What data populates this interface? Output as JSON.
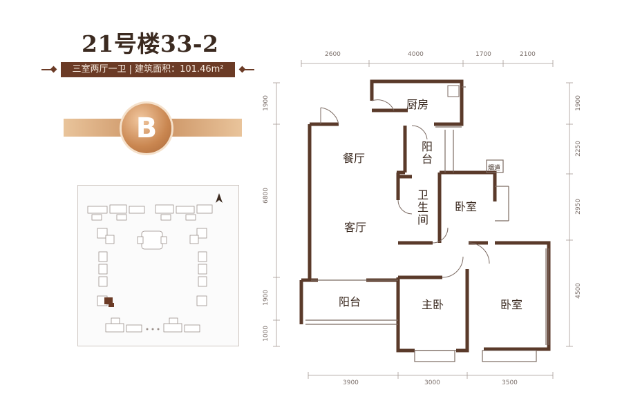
{
  "header": {
    "title": "21号楼33-2",
    "subtitle": "三室两厅一卫 | 建筑面积：101.46m²",
    "unit_badge": "B"
  },
  "colors": {
    "wall": "#5a3a2a",
    "accent": "#6b3b26",
    "gold": "#c98f5f"
  },
  "icons": {
    "north_arrow": "north-arrow-icon"
  },
  "floor_plan": {
    "rooms": {
      "kitchen": "厨房",
      "dining": "餐厅",
      "living": "客厅",
      "balcony_small": "阳台",
      "bathroom": "卫生间",
      "bedroom_1": "卧室",
      "master_bedroom": "主卧",
      "bedroom_2": "卧室",
      "balcony_large": "阳台",
      "flue": "烟道"
    },
    "dimensions": {
      "top": [
        "2600",
        "4000",
        "1700",
        "2100"
      ],
      "bottom": [
        "3900",
        "3000",
        "3500"
      ],
      "left": [
        "1900",
        "6800",
        "1900",
        "1000"
      ],
      "right": [
        "1900",
        "2250",
        "2950",
        "4500"
      ]
    }
  }
}
